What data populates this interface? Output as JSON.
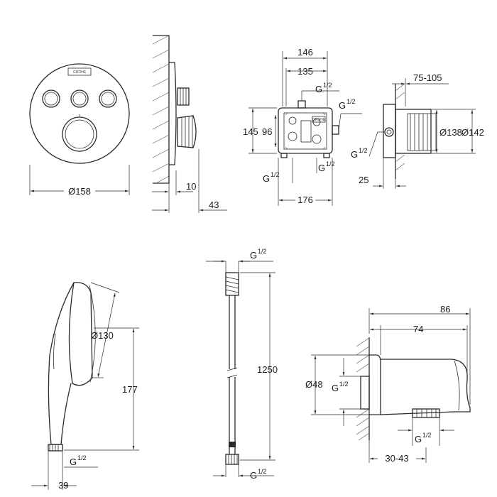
{
  "labels": {
    "d158": "Ø158",
    "w10": "10",
    "w43": "43",
    "w146": "146",
    "w135": "135",
    "g_box_top_whole": "G",
    "g_box_top_frac": "1/2",
    "g_box_right_whole": "G",
    "g_box_right_frac": "1/2",
    "h145": "145",
    "h96": "96",
    "g_box_bl_whole": "G",
    "g_box_bl_frac": "1/2",
    "g_box_br_whole": "G",
    "g_box_br_frac": "1/2",
    "w176": "176",
    "w75_105": "75-105",
    "g_side_whole": "G",
    "g_side_frac": "1/2",
    "d138": "Ø138",
    "d142": "Ø142",
    "w25": "25",
    "d130": "Ø130",
    "h177": "177",
    "g_hand_whole": "G",
    "g_hand_frac": "1/2",
    "w39": "39",
    "g_hose_top_whole": "G",
    "g_hose_top_frac": "1/2",
    "h1250": "1250",
    "g_hose_bot_whole": "G",
    "g_hose_bot_frac": "1/2",
    "w86": "86",
    "w74": "74",
    "d48": "Ø48",
    "g_elbow_left_whole": "G",
    "g_elbow_left_frac": "1/2",
    "g_elbow_bot_whole": "G",
    "g_elbow_bot_frac": "1/2",
    "w30_43": "30-43",
    "logo_text": "GROHE"
  }
}
